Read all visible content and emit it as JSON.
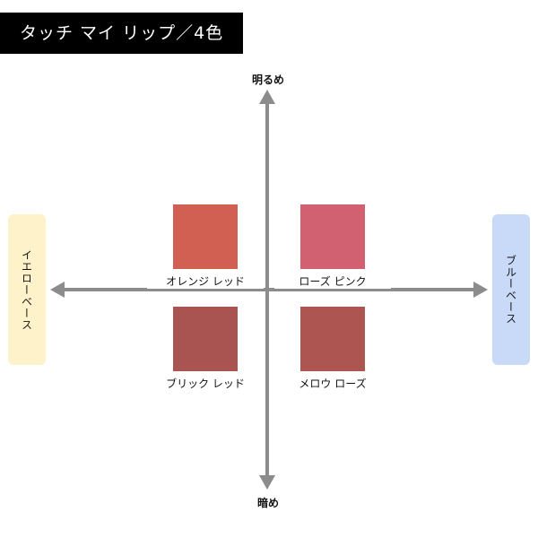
{
  "title": "タッチ マイ リップ／4色",
  "axes": {
    "top": "明るめ",
    "bottom": "暗め",
    "left": "イエローベース",
    "right": "ブルーベース",
    "arrow_color": "#8c8c8c"
  },
  "swatches": {
    "orange_red": {
      "label": "オレンジ レッド",
      "color": "#d15f52"
    },
    "rose_pink": {
      "label": "ローズ ピンク",
      "color": "#d16070"
    },
    "brick_red": {
      "label": "ブリック レッド",
      "color": "#a95450"
    },
    "mellow_rose": {
      "label": "メロウ ローズ",
      "color": "#ad5551"
    }
  },
  "colors": {
    "yellow_base_bg": "#fdf2c9",
    "blue_base_bg": "#c9d9f8"
  }
}
